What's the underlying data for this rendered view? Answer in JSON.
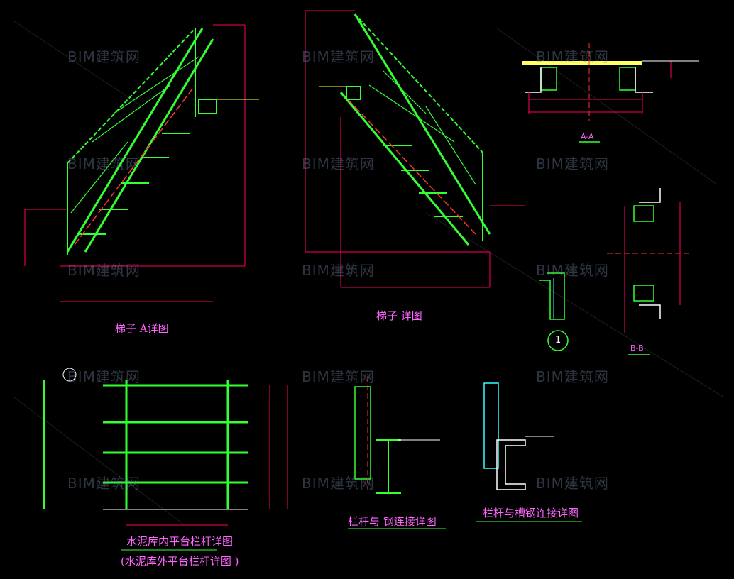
{
  "watermark": "BIM建筑网",
  "views": {
    "ladder_a_detail": "梯子 A详图",
    "ladder_detail": "梯子  详图",
    "section_aa": "A-A",
    "section_bb": "B-B",
    "inner_railing": "水泥库内平台栏杆详图",
    "outer_railing": "(水泥库外平台栏杆详图        )",
    "railing_steel_connection": "栏杆与  钢连接详图",
    "railing_channel_connection": "栏杆与槽钢连接详图",
    "detail_mark": "1"
  },
  "colors": {
    "background": "#000000",
    "steel": "#33ff33",
    "dimension": "#ff0066",
    "hidden": "#ffff33",
    "cyan": "#33ffff",
    "text": "#ff66ff",
    "white": "#ffffff"
  }
}
